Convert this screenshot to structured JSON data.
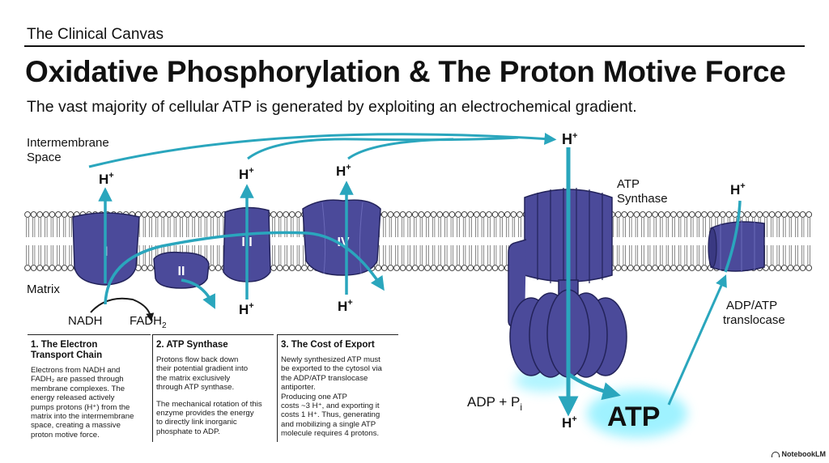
{
  "header": {
    "brand": "The Clinical Canvas",
    "title": "Oxidative Phosphorylation & The Proton Motive Force",
    "subtitle": "The vast majority of cellular ATP is generated by exploiting an electrochemical gradient."
  },
  "labels": {
    "intermembrane_line1": "Intermembrane",
    "intermembrane_line2": "Space",
    "matrix": "Matrix",
    "nadh": "NADH",
    "fadh2_base": "FADH",
    "fadh2_sub": "2",
    "complex_i": "I",
    "complex_ii": "II",
    "complex_iii": "III",
    "complex_iv": "IV",
    "proton_base": "H",
    "proton_charge": "+",
    "atp_synthase_line1": "ATP",
    "atp_synthase_line2": "Synthase",
    "translocase_line1": "ADP/ATP",
    "translocase_line2": "translocase",
    "adp_pi_base": "ADP + P",
    "adp_pi_sub": "i",
    "atp": "ATP"
  },
  "panels": [
    {
      "title": "1. The Electron\nTransport Chain",
      "paragraphs": [
        "Electrons from NADH and\nFADH₂ are passed through\nmembrane complexes. The\nenergy released actively\npumps protons (H⁺) from the\nmatrix into the intermembrane\nspace, creating a massive\nproton motive force."
      ]
    },
    {
      "title": "2. ATP Synthase",
      "paragraphs": [
        "Protons flow back down\ntheir potential gradient into\nthe matrix exclusively\nthrough ATP synthase.",
        "The mechanical rotation of this\nenzyme provides the energy\nto directly link inorganic\nphosphate to ADP."
      ]
    },
    {
      "title": "3. The Cost of Export",
      "paragraphs": [
        "Newly synthesized ATP must\nbe exported to the cytosol via\nthe ADP/ATP translocase\nantiporter.\nProducing one ATP\ncosts ~3 H⁺, and exporting it\ncosts 1 H⁺. Thus, generating\nand mobilizing a single ATP\nmolecule requires 4 protons."
      ]
    }
  ],
  "credit": "NotebookLM",
  "colors": {
    "protein": "#4b4a9a",
    "protein_stroke": "#23235a",
    "arrow": "#2aa6bd",
    "membrane_head": "#ffffff",
    "glow": "#8ff0ff"
  }
}
